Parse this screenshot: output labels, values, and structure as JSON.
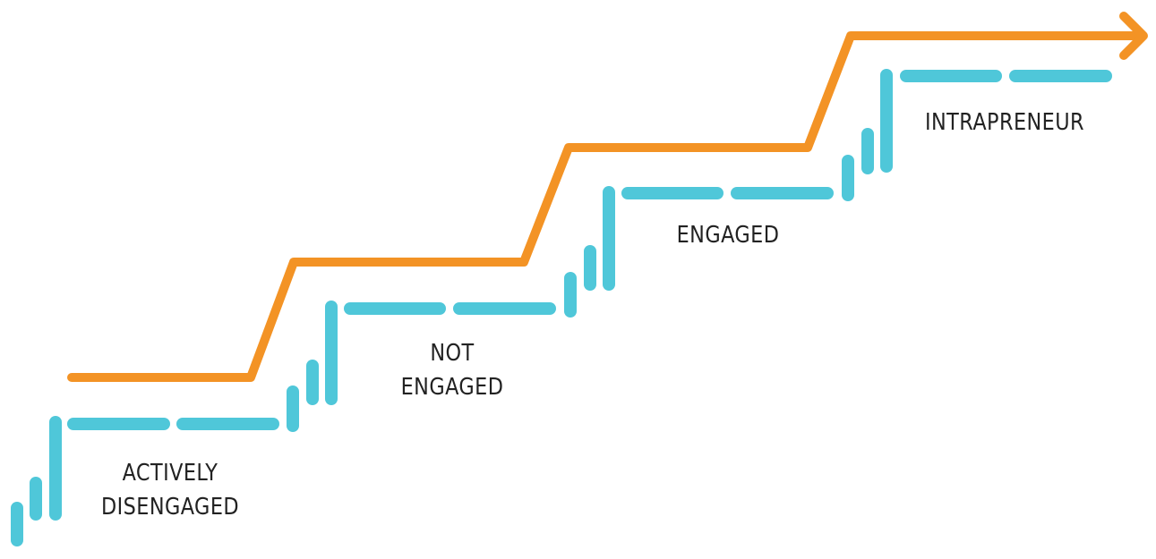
{
  "colors": {
    "progress_line": "#F39325",
    "steps": "#4FC7D9",
    "label_text": "#222222",
    "background": "#FFFFFF"
  },
  "icons": {
    "arrow": "arrow-head-icon"
  },
  "stages": [
    {
      "lines": [
        "ACTIVELY",
        "DISENGAGED"
      ]
    },
    {
      "lines": [
        "NOT",
        "ENGAGED"
      ]
    },
    {
      "lines": [
        "ENGAGED"
      ]
    },
    {
      "lines": [
        "INTRAPRENEUR"
      ]
    }
  ]
}
